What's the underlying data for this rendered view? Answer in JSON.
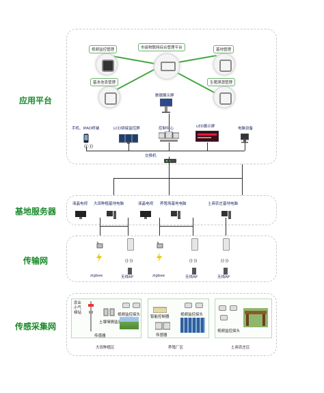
{
  "layers": {
    "application": "应用平台",
    "server": "基地服务器",
    "transport": "传输网",
    "sensing": "传感采集网"
  },
  "application": {
    "center_hub": "市级物联网综合管理平台",
    "hubs": {
      "video": "视频监控管理",
      "base": "基地管理",
      "basic_info": "基本信息管理",
      "sensor_mgmt": "生猪溯源管理"
    },
    "screen_label": "数据展示屏",
    "devices": {
      "mobile": "手机、IPAD终端",
      "lcd_wall": "LCD拼接监控屏",
      "control": "控制中心",
      "led": "LED展示屏",
      "pc": "电脑设备",
      "switch": "交换机"
    }
  },
  "server": {
    "items": [
      "液晶电视",
      "大田种植基地电脑",
      "液晶电视",
      "养殖场基地电脑",
      "土商农庄基地电脑"
    ]
  },
  "transport": {
    "zigbee": "zigbee",
    "ap": "无线AP"
  },
  "sensing": {
    "zones": [
      {
        "caption": "大田种植区",
        "items": [
          "农业小气候站",
          "土壤墒情监测",
          "传感器",
          "视频监控探头"
        ]
      },
      {
        "caption": "养殖厂区",
        "items": [
          "智能控制器",
          "视频监控探头",
          "传感器"
        ]
      },
      {
        "caption": "土商农庄区",
        "items": [
          "视频监控探头"
        ]
      }
    ]
  },
  "colors": {
    "accent_green": "#1a8a2a",
    "line_green": "#42a742"
  }
}
